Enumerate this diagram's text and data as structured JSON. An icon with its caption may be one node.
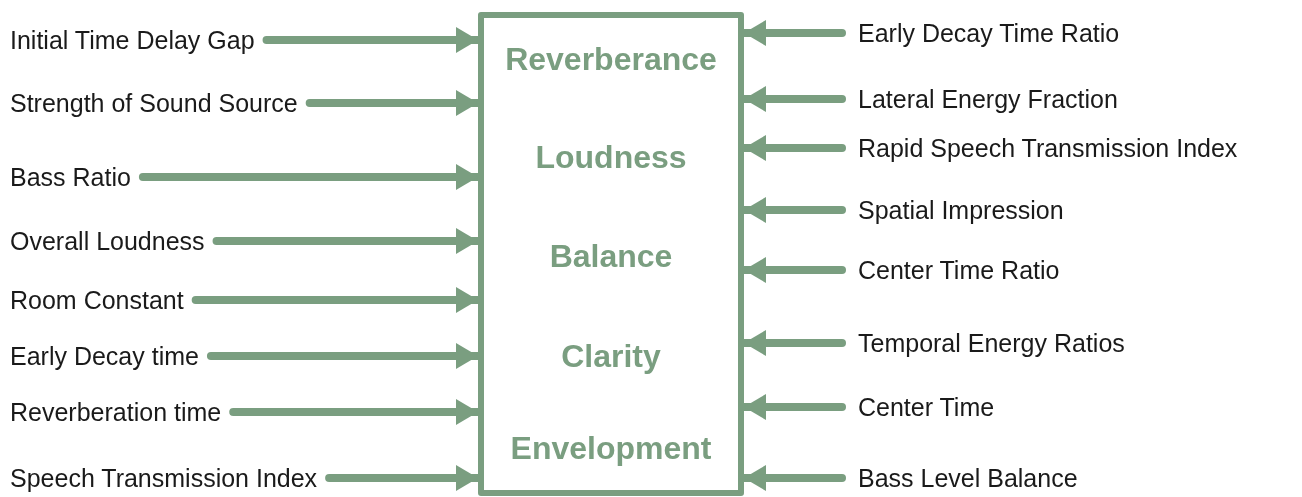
{
  "diagram": {
    "nodes": [
      {
        "text": [
          "Reverberance",
          "Loudness",
          "Balance",
          "Clarity",
          "Envelopment"
        ]
      },
      {
        "text": [
          "Initial Time Delay Gap"
        ]
      },
      {
        "text": [
          "Strength of Sound Source"
        ]
      },
      {
        "text": [
          "Bass Ratio"
        ]
      },
      {
        "text": [
          "Overall Loudness"
        ]
      },
      {
        "text": [
          "Room Constant"
        ]
      },
      {
        "text": [
          "Early Decay time"
        ]
      },
      {
        "text": [
          "Reverberation time"
        ]
      },
      {
        "text": [
          "Speech Transmission Index"
        ]
      },
      {
        "text": [
          "Early Decay Time Ratio"
        ]
      },
      {
        "text": [
          "Lateral Energy Fraction"
        ]
      },
      {
        "text": [
          "Rapid Speech Transmission Index"
        ]
      },
      {
        "text": [
          "Spatial Impression"
        ]
      },
      {
        "text": [
          "Center Time Ratio"
        ]
      },
      {
        "text": [
          "Temporal Energy Ratios"
        ]
      },
      {
        "text": [
          "Center Time"
        ]
      },
      {
        "text": [
          "Bass Level Balance"
        ]
      }
    ],
    "edges": [
      {
        "from": 1,
        "to": 0,
        "arrow": "to"
      },
      {
        "from": 2,
        "to": 0,
        "arrow": "to"
      },
      {
        "from": 3,
        "to": 0,
        "arrow": "to"
      },
      {
        "from": 4,
        "to": 0,
        "arrow": "to"
      },
      {
        "from": 5,
        "to": 0,
        "arrow": "to"
      },
      {
        "from": 6,
        "to": 0,
        "arrow": "to"
      },
      {
        "from": 7,
        "to": 0,
        "arrow": "to"
      },
      {
        "from": 8,
        "to": 0,
        "arrow": "to"
      },
      {
        "from": 9,
        "to": 0,
        "arrow": "to"
      },
      {
        "from": 10,
        "to": 0,
        "arrow": "to"
      },
      {
        "from": 11,
        "to": 0,
        "arrow": "to"
      },
      {
        "from": 12,
        "to": 0,
        "arrow": "to"
      },
      {
        "from": 13,
        "to": 0,
        "arrow": "to"
      },
      {
        "from": 14,
        "to": 0,
        "arrow": "to"
      },
      {
        "from": 15,
        "to": 0,
        "arrow": "to"
      },
      {
        "from": 16,
        "to": 0,
        "arrow": "to"
      }
    ]
  }
}
